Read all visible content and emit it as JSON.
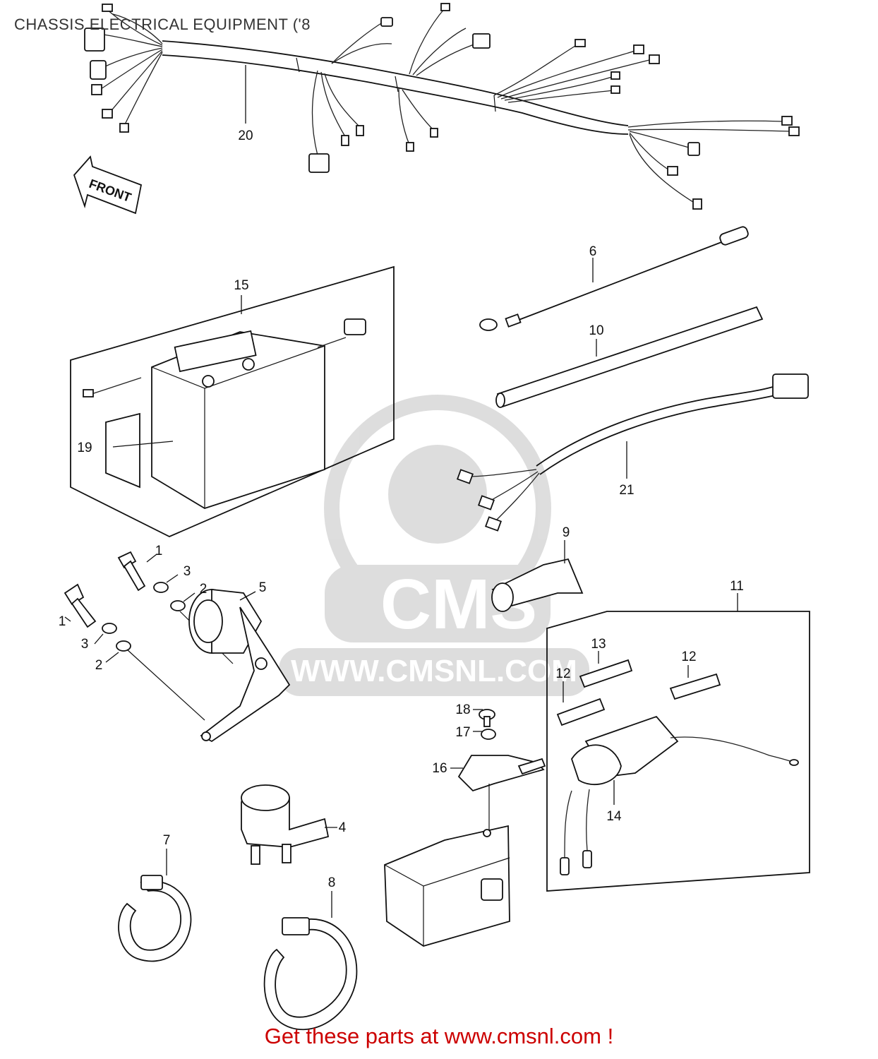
{
  "title": "CHASSIS ELECTRICAL EQUIPMENT ('8",
  "footer": "Get these parts at www.cmsnl.com !",
  "front_label": "FRONT",
  "watermark": {
    "brand": "CMS",
    "url": "WWW.CMSNL.COM"
  },
  "callouts": [
    {
      "id": "c20",
      "text": "20"
    },
    {
      "id": "c15",
      "text": "15"
    },
    {
      "id": "c19",
      "text": "19"
    },
    {
      "id": "c6",
      "text": "6"
    },
    {
      "id": "c10",
      "text": "10"
    },
    {
      "id": "c21",
      "text": "21"
    },
    {
      "id": "c9",
      "text": "9"
    },
    {
      "id": "c1a",
      "text": "1"
    },
    {
      "id": "c3a",
      "text": "3"
    },
    {
      "id": "c2a",
      "text": "2"
    },
    {
      "id": "c5",
      "text": "5"
    },
    {
      "id": "c1b",
      "text": "1"
    },
    {
      "id": "c3b",
      "text": "3"
    },
    {
      "id": "c2b",
      "text": "2"
    },
    {
      "id": "c11",
      "text": "11"
    },
    {
      "id": "c13",
      "text": "13"
    },
    {
      "id": "c12a",
      "text": "12"
    },
    {
      "id": "c12b",
      "text": "12"
    },
    {
      "id": "c18",
      "text": "18"
    },
    {
      "id": "c17",
      "text": "17"
    },
    {
      "id": "c16",
      "text": "16"
    },
    {
      "id": "c14",
      "text": "14"
    },
    {
      "id": "c4",
      "text": "4"
    },
    {
      "id": "c7",
      "text": "7"
    },
    {
      "id": "c8",
      "text": "8"
    }
  ]
}
